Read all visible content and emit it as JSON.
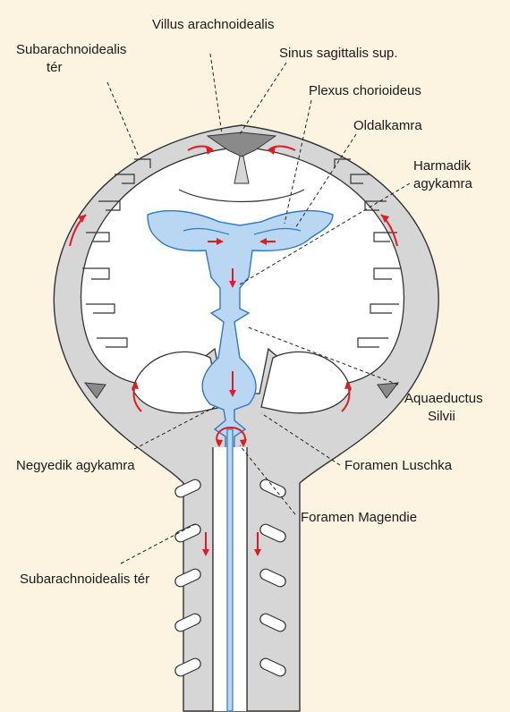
{
  "labels": {
    "villus": "Villus arachnoidealis",
    "subarach_top_1": "Subarachnoidealis",
    "subarach_top_2": "tér",
    "sinus": "Sinus sagittalis sup.",
    "plexus": "Plexus chorioideus",
    "oldalkamra": "Oldalkamra",
    "harmadik_1": "Harmadik",
    "harmadik_2": "agykamra",
    "aquaeductus_1": "Aquaeductus",
    "aquaeductus_2": "Silvii",
    "negyedik": "Negyedik agykamra",
    "luschka": "Foramen Luschka",
    "magendie": "Foramen Magendie",
    "subarach_bottom": "Subarachnoidealis tér"
  },
  "colors": {
    "background": "#fdf3e1",
    "csf_flow": "#e01b24",
    "ventricle": "#b9d7f2",
    "ventricle_outline": "#2e79c2",
    "meninges": "#d6d6d6"
  }
}
